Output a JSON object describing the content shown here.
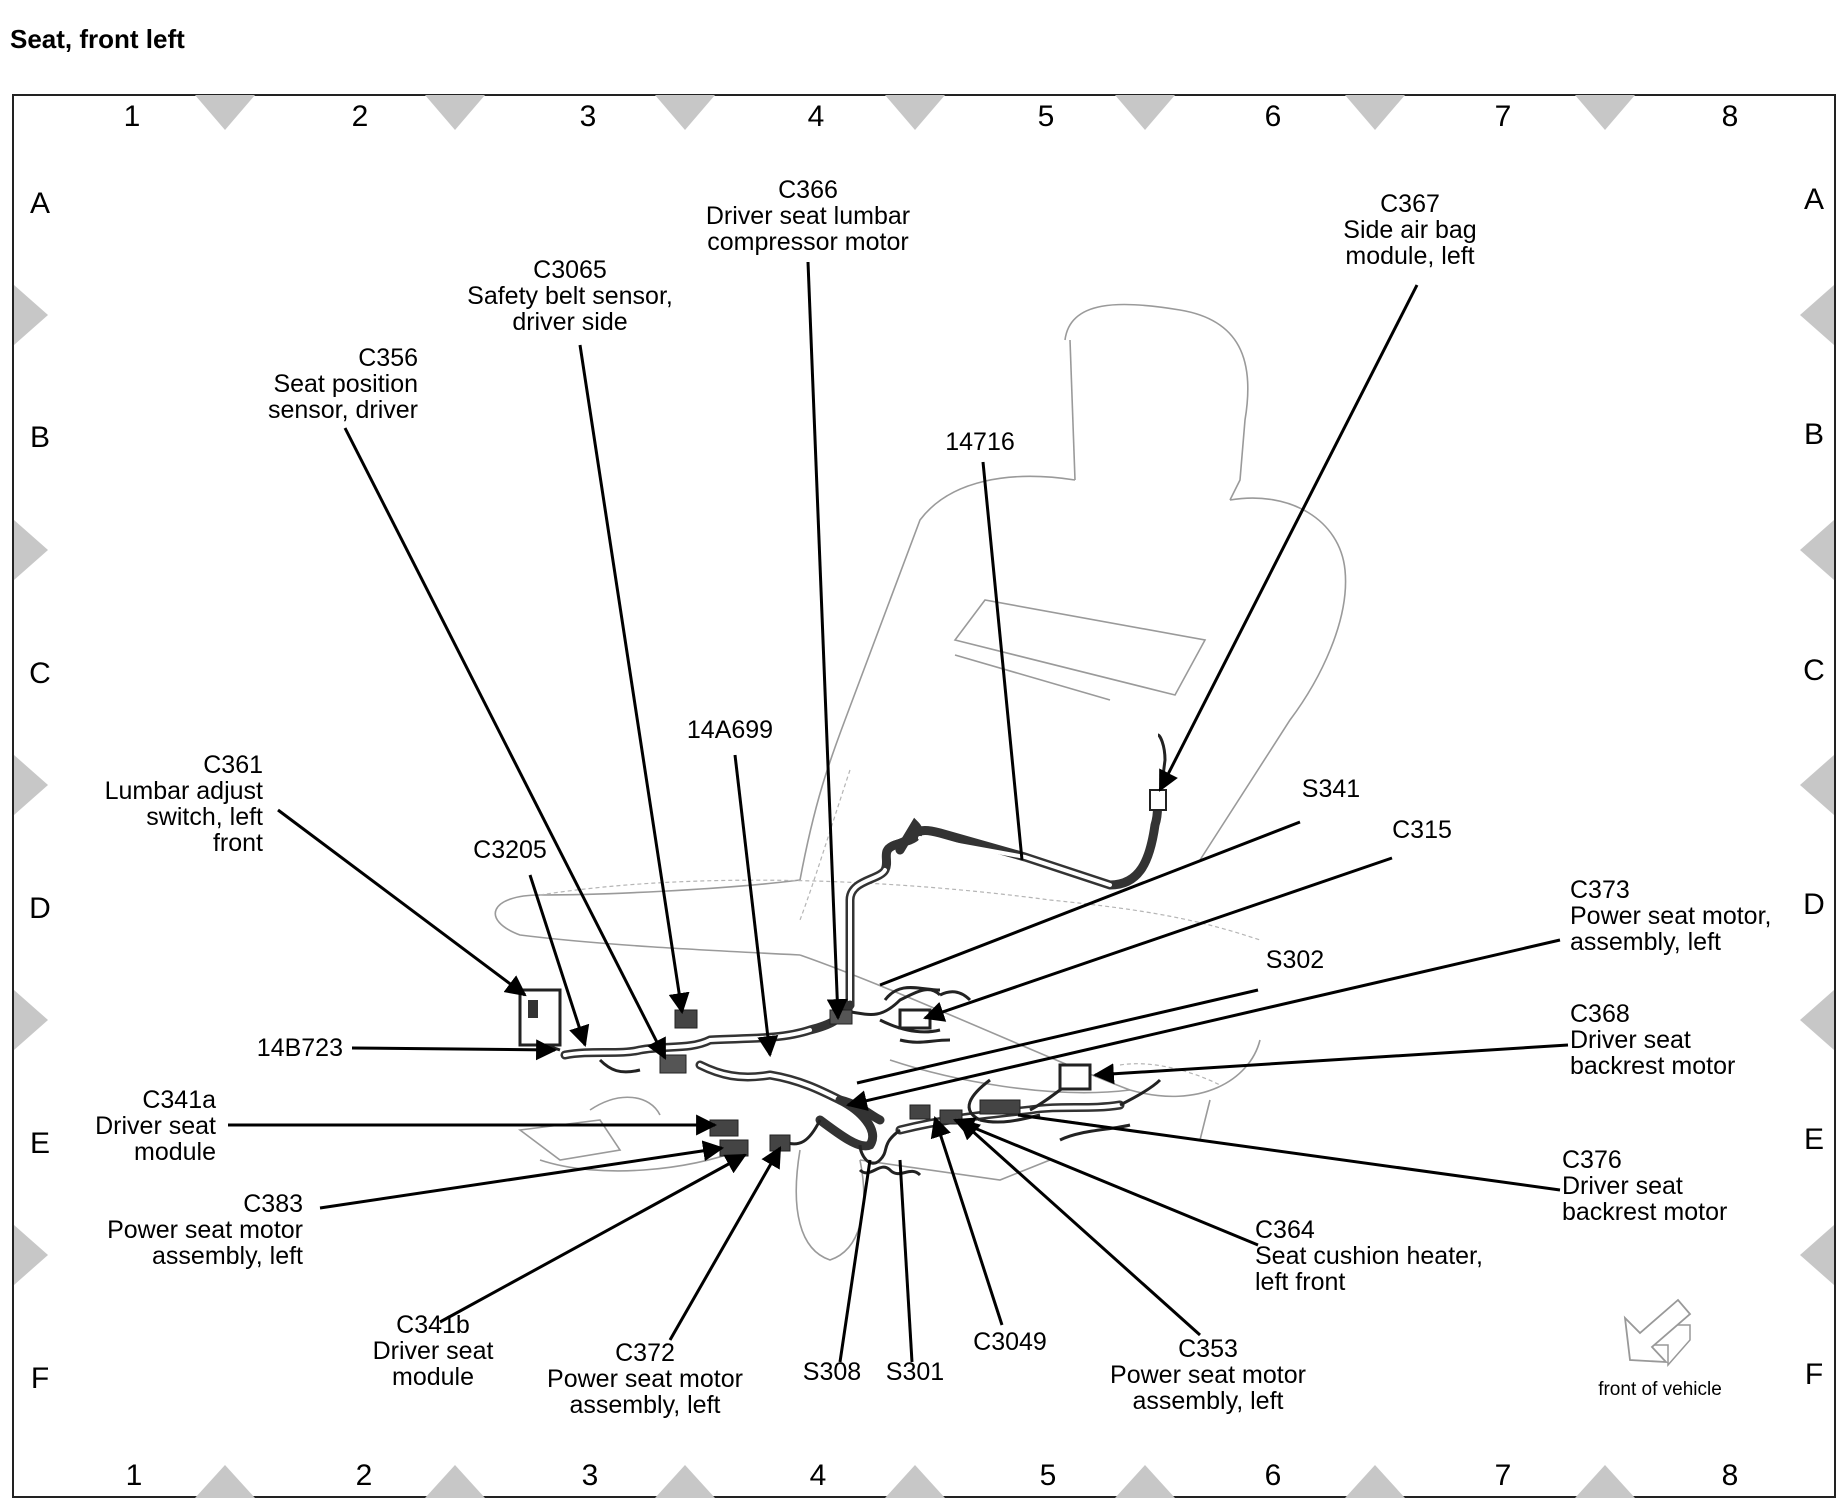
{
  "title": "Seat, front left",
  "grid": {
    "columns": [
      "1",
      "2",
      "3",
      "4",
      "5",
      "6",
      "7",
      "8"
    ],
    "rows": [
      "A",
      "B",
      "C",
      "D",
      "E",
      "F"
    ]
  },
  "callouts": {
    "c366": [
      "C366",
      "Driver seat lumbar",
      "compressor motor"
    ],
    "c367": [
      "C367",
      "Side air bag",
      "module, left"
    ],
    "c3065": [
      "C3065",
      "Safety belt sensor,",
      "driver side"
    ],
    "c356": [
      "C356",
      "Seat position",
      "sensor, driver"
    ],
    "p14716": [
      "14716"
    ],
    "p14a699": [
      "14A699"
    ],
    "c361": [
      "C361",
      "Lumbar adjust",
      "switch, left",
      "front"
    ],
    "c3205": [
      "C3205"
    ],
    "s341": [
      "S341"
    ],
    "c315": [
      "C315"
    ],
    "c373": [
      "C373",
      "Power seat motor,",
      "assembly, left"
    ],
    "s302": [
      "S302"
    ],
    "c368": [
      "C368",
      "Driver seat",
      "backrest motor"
    ],
    "p14b723": [
      "14B723"
    ],
    "c341a": [
      "C341a",
      "Driver seat",
      "module"
    ],
    "c376": [
      "C376",
      "Driver seat",
      "backrest motor"
    ],
    "c383": [
      "C383",
      "Power seat motor",
      "assembly, left"
    ],
    "c364": [
      "C364",
      "Seat cushion heater,",
      "left front"
    ],
    "c341b": [
      "C341b",
      "Driver seat",
      "module"
    ],
    "c372": [
      "C372",
      "Power seat motor",
      "assembly, left"
    ],
    "s308": [
      "S308"
    ],
    "s301": [
      "S301"
    ],
    "c3049": [
      "C3049"
    ],
    "c353": [
      "C353",
      "Power seat motor",
      "assembly, left"
    ]
  },
  "front_of_vehicle": "front of vehicle",
  "icons": {
    "direction": "front-of-vehicle-arrow-icon"
  }
}
